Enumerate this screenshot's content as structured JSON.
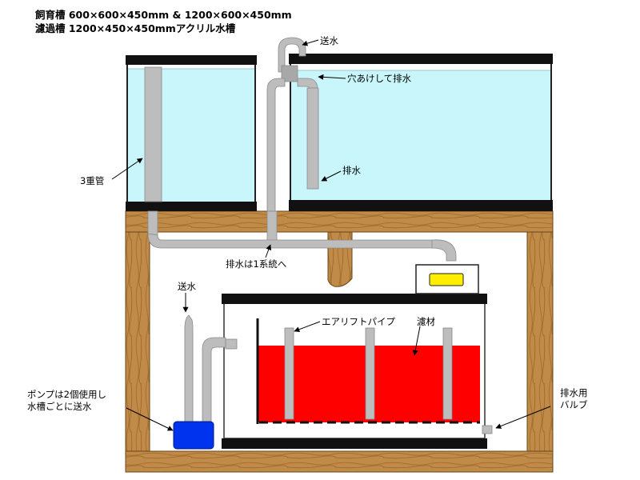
{
  "header": {
    "line1": "飼育槽  600×600×450mm  &  1200×600×450mm",
    "line2": "濾過槽  1200×450×450mmアクリル水槽"
  },
  "labels": {
    "supply_top": "送水",
    "drill_drain": "穴あけして排水",
    "drain_right": "排水",
    "triple_pipe": "3重管",
    "drain_merge": "排水は1系統へ",
    "supply_left": "送水",
    "airlift": "エアリフトパイプ",
    "media": "濾材",
    "pump_note_1": "ポンプは2個使用し",
    "pump_note_2": "水槽ごとに送水",
    "valve_1": "排水用",
    "valve_2": "バルブ"
  },
  "colors": {
    "wood": "#c08a48",
    "wood_dark": "#8a5a25",
    "water": "#c8f6fa",
    "pipe": "#bdbdbd",
    "media_red": "#ff0000",
    "pump_blue": "#0033ee",
    "yellow": "#ffee00"
  }
}
